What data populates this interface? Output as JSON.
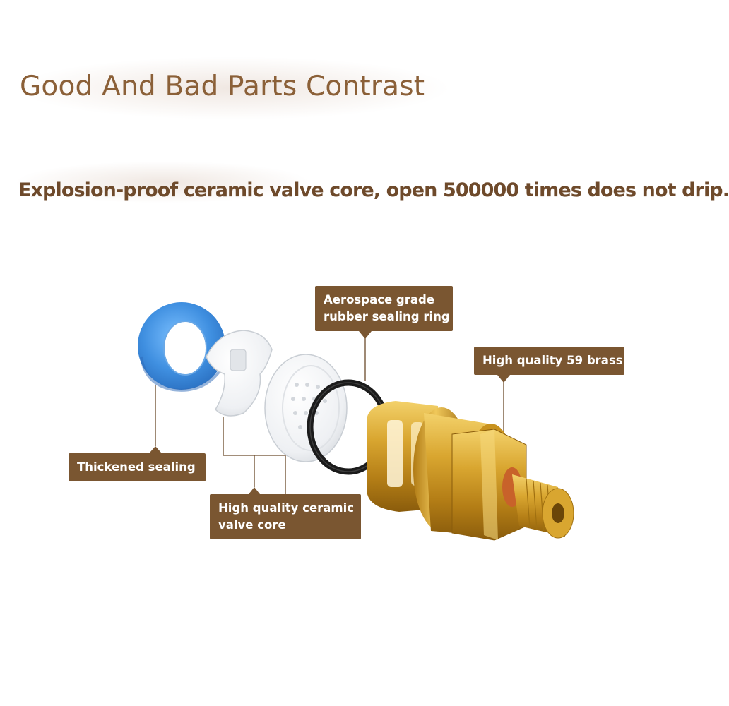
{
  "header": {
    "title": "Good And Bad Parts Contrast",
    "subtitle": "Explosion-proof ceramic valve core, open 500000 times does not drip."
  },
  "callouts": {
    "rubber_ring": {
      "line1": "Aerospace grade",
      "line2": "rubber sealing ring"
    },
    "brass": {
      "label": "High quality 59 brass"
    },
    "sealing": {
      "label": "Thickened sealing"
    },
    "ceramic": {
      "line1": "High quality ceramic",
      "line2": "valve core"
    }
  },
  "colors": {
    "title": "#8b6038",
    "subtitle": "#6e4a2b",
    "tag_background": "#7a5631",
    "tag_text": "#ffffff",
    "blue_ring": "#3f8fe0",
    "brass": "#d7a42e"
  },
  "icons": {
    "blue_seal": "blue-sealing-ring-icon",
    "ceramic_disc": "ceramic-disc-icon",
    "black_oring": "black-o-ring-icon",
    "brass_cartridge": "brass-valve-cartridge-icon"
  }
}
